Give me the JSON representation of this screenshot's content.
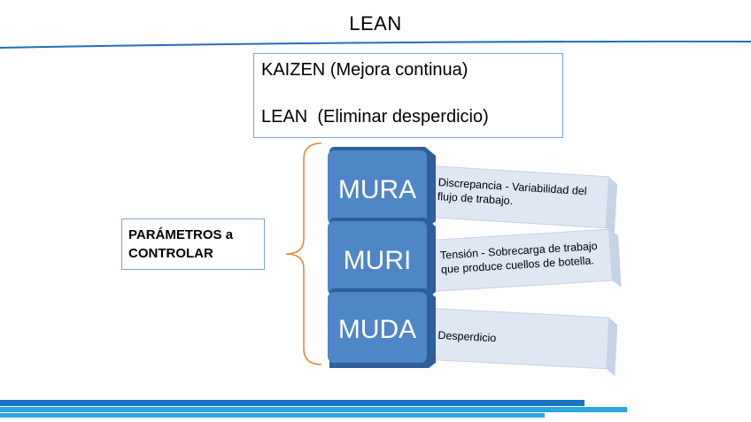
{
  "title": "LEAN",
  "top_box": {
    "line1": "KAIZEN (Mejora continua)",
    "line2": "LEAN  (Eliminar desperdicio)"
  },
  "parameters_box": {
    "line1": "PARÁMETROS a",
    "line2": "CONTROLAR"
  },
  "items": [
    {
      "label": "MURA",
      "bullet": "•",
      "text_lines": [
        "Discrepancia - Variabilidad del",
        "flujo de trabajo."
      ]
    },
    {
      "label": "MURI",
      "bullet": "•",
      "text_lines": [
        "Tensión - Sobrecarga de trabajo",
        "que produce cuellos de botella."
      ]
    },
    {
      "label": "MUDA",
      "bullet": "•",
      "text_lines": [
        "Desperdicio"
      ]
    }
  ],
  "colors": {
    "title_rule": "#1f6fc0",
    "box_border": "#7aa3d6",
    "label_fill": "#4f86c6",
    "label_side": "#2f5f9a",
    "panel_fill": "#dfe7f2",
    "panel_side": "#c6d3e6",
    "brace": "#e8873a",
    "bar_dark": "#1a75c5",
    "bar_light": "#2aa7df"
  }
}
